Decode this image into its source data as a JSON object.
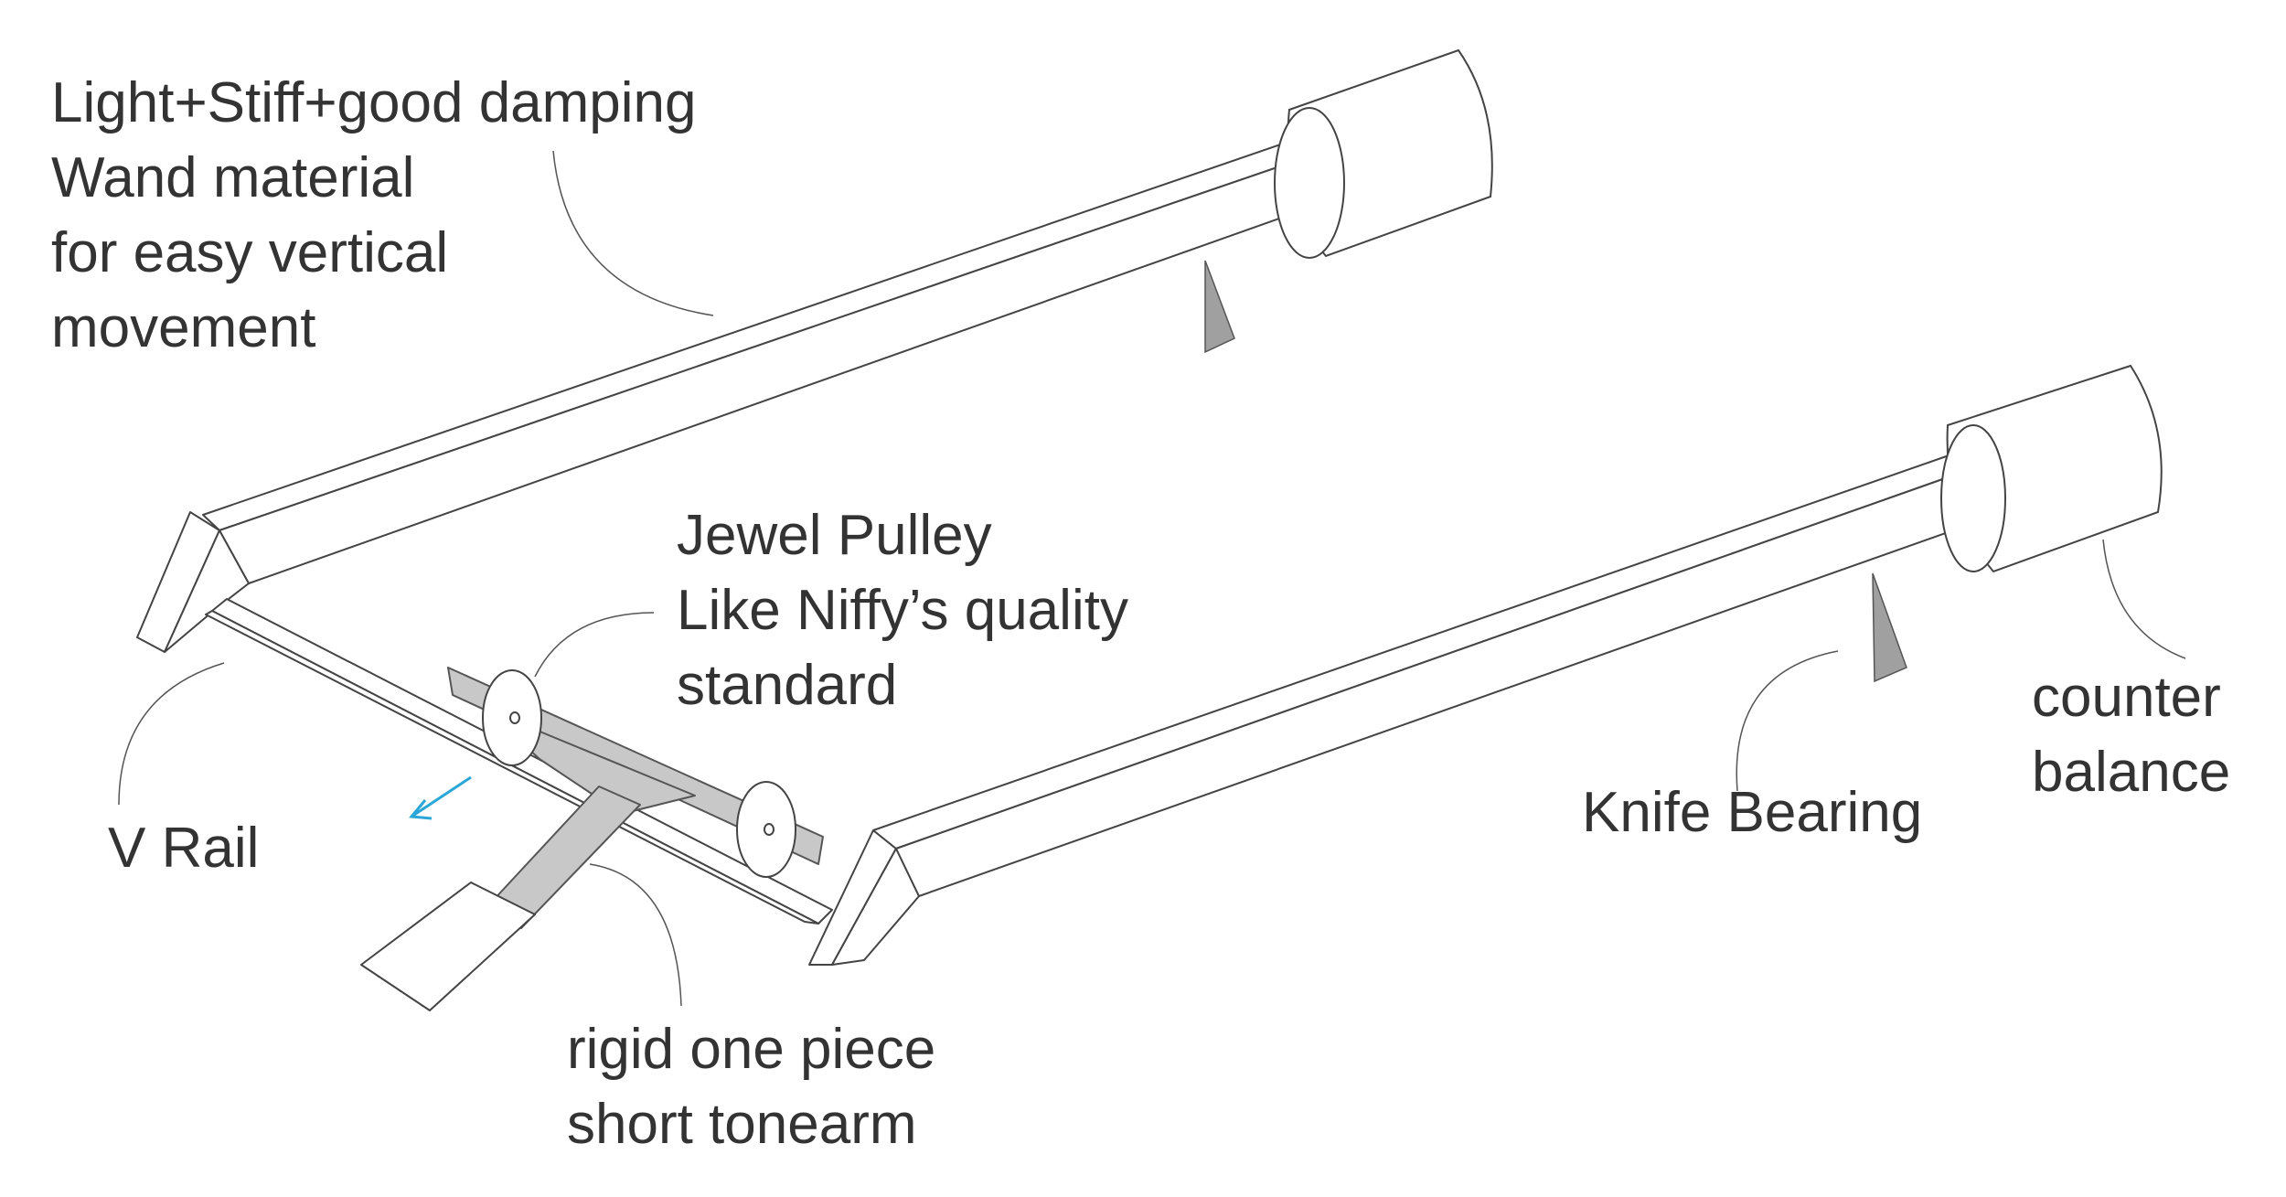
{
  "labels": {
    "wand": {
      "lines": [
        "Light+Stiff+good damping",
        "Wand material",
        "for easy vertical",
        "movement"
      ]
    },
    "jewel_pulley": {
      "lines": [
        "Jewel Pulley",
        "Like Niffy’s quality",
        "standard"
      ]
    },
    "counter_balance": {
      "lines": [
        "counter",
        "balance"
      ]
    },
    "knife_bearing": {
      "lines": [
        "Knife Bearing"
      ]
    },
    "v_rail": {
      "lines": [
        "V Rail"
      ]
    },
    "tonearm": {
      "lines": [
        "rigid one piece",
        "short tonearm"
      ]
    }
  },
  "colors": {
    "outline": "#444444",
    "fill": "#ffffff",
    "shaded": "#c8c8c8",
    "knife": "#a0a0a0",
    "arrow": "#2aa7d8",
    "text": "#333333",
    "leader": "#555555"
  }
}
